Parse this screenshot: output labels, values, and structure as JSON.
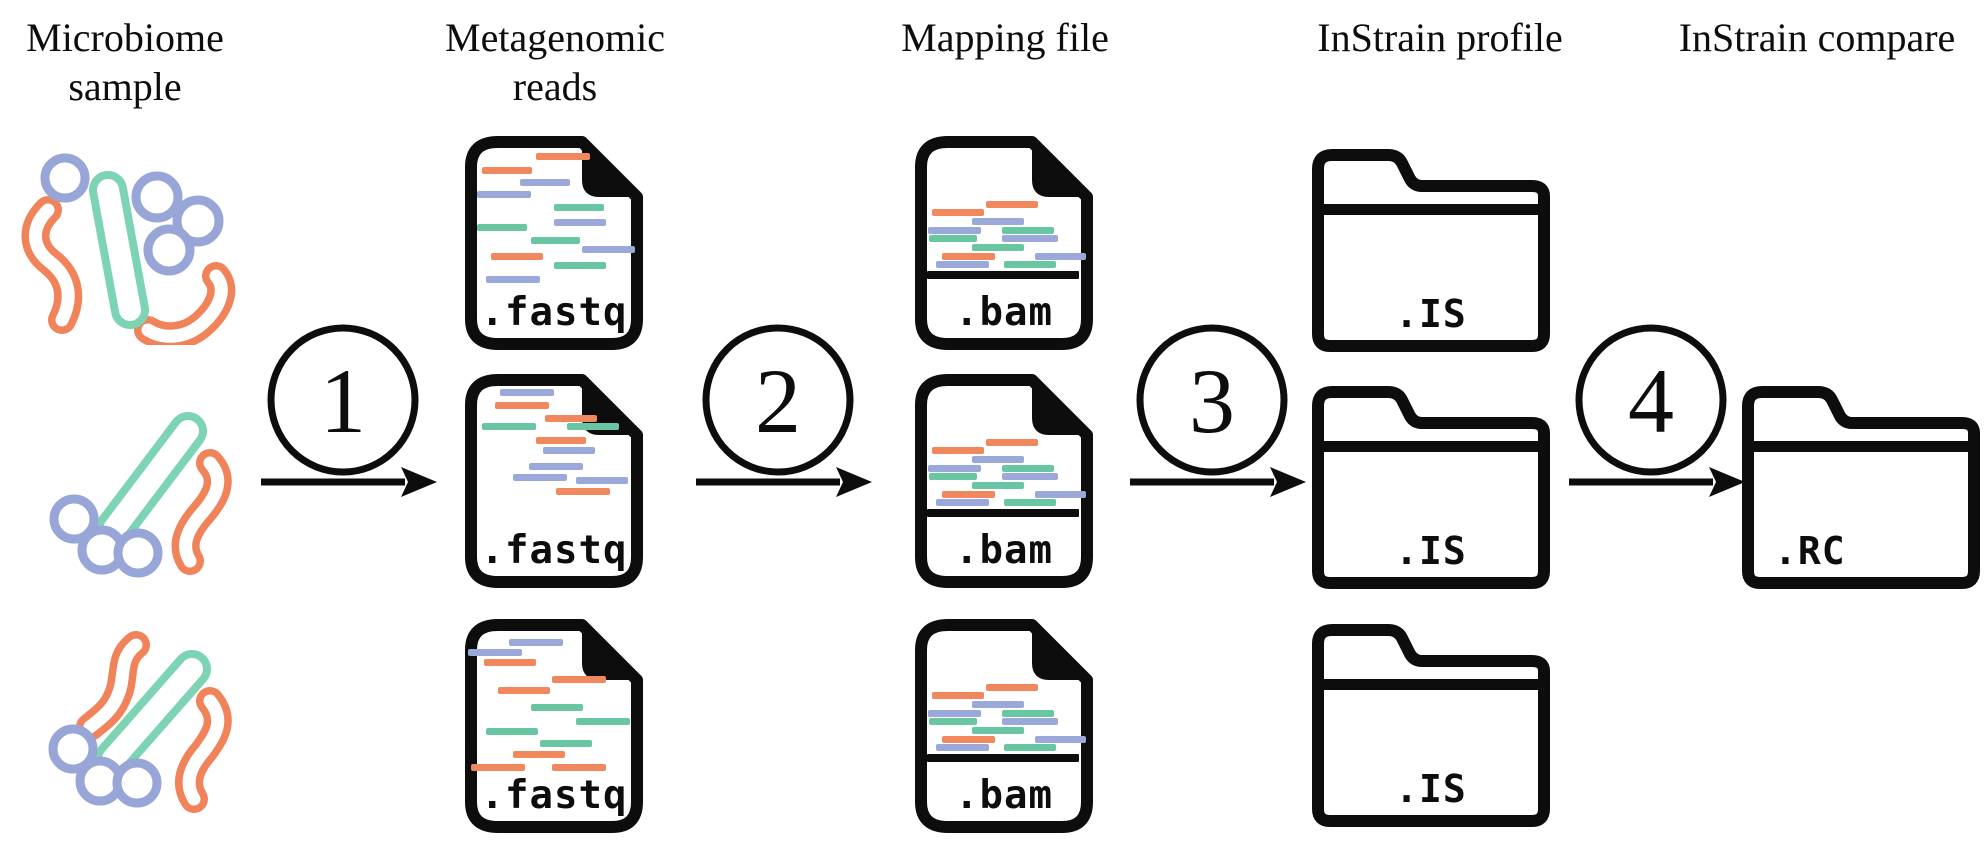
{
  "diagram": {
    "headers": {
      "samples": "Microbiome sample",
      "reads": "Metagenomic reads",
      "mapping": "Mapping file",
      "profile": "InStrain profile",
      "compare": "InStrain compare"
    },
    "steps": {
      "s1": "1",
      "s2": "2",
      "s3": "3",
      "s4": "4"
    },
    "file_labels": {
      "fastq": ".fastq",
      "bam": ".bam",
      "profile": ".IS",
      "compare": ".RC"
    },
    "palette": {
      "outline_black": "#0d0d0d",
      "read_orange": "#F1875D",
      "read_blue": "#9AA9DA",
      "read_green": "#69C6A2",
      "microbe_orange": "#F1835B",
      "microbe_blue": "#97A5D7",
      "microbe_teal": "#7DD4B5"
    }
  }
}
